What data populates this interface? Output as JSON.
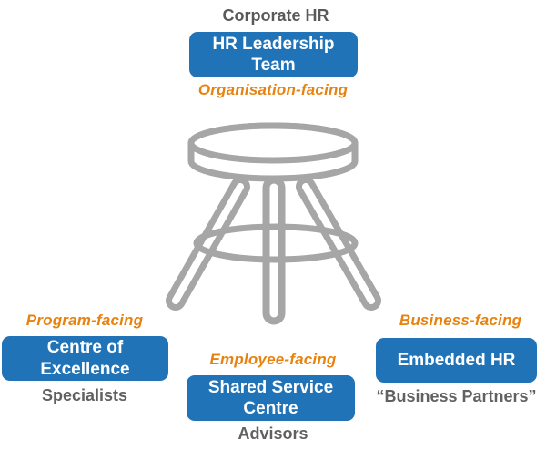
{
  "colors": {
    "background": "#FFFFFF",
    "box_blue": "#2173B7",
    "box_text_white": "#FFFFFF",
    "facing_orange": "#E8820E",
    "caption_dark_gray": "#595959",
    "caption_gray": "#616161",
    "stool_gray": "#A6A6A6"
  },
  "top_cluster": {
    "caption": "Corporate HR",
    "box_lines": [
      "HR Leadership",
      "Team"
    ],
    "facing_label": "Organisation-facing"
  },
  "left_cluster": {
    "facing_label": "Program-facing",
    "box_lines": [
      "Centre of",
      "Excellence"
    ],
    "caption": "Specialists"
  },
  "middle_cluster": {
    "facing_label": "Employee-facing",
    "box_lines": [
      "Shared Service",
      "Centre"
    ],
    "caption": "Advisors"
  },
  "right_cluster": {
    "facing_label": "Business-facing",
    "box_lines": [
      "Embedded HR"
    ],
    "caption": "“Business Partners”"
  },
  "icons": {
    "stool": "three-legged-stool-icon"
  }
}
